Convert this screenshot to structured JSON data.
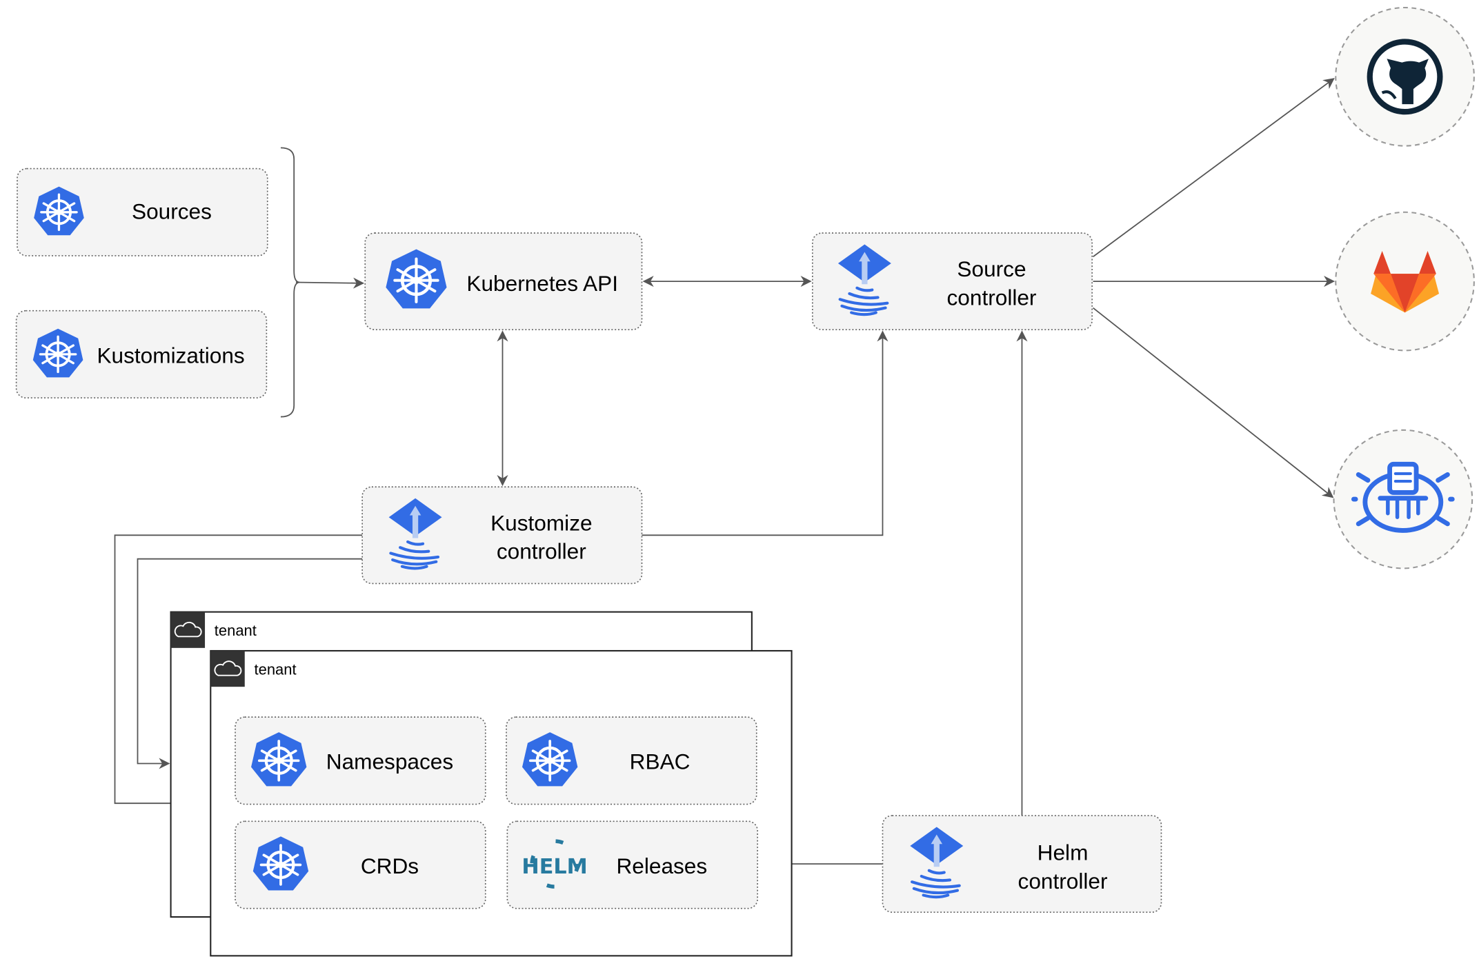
{
  "nodes": {
    "sources": "Sources",
    "kustomizations": "Kustomizations",
    "kubernetes_api": "Kubernetes API",
    "source_controller": [
      "Source",
      "controller"
    ],
    "kustomize_controller": [
      "Kustomize",
      "controller"
    ],
    "helm_controller": [
      "Helm",
      "controller"
    ],
    "namespaces": "Namespaces",
    "rbac": "RBAC",
    "crds": "CRDs",
    "releases": "Releases"
  },
  "tenants": [
    "tenant",
    "tenant"
  ],
  "helm_logo_text": "HELM",
  "external_icons": [
    "github-icon",
    "gitlab-icon",
    "bucket-icon"
  ],
  "colors": {
    "k8s_blue": "#326CE5",
    "gitlab_orange": "#E24329",
    "gitlab_yellow": "#FCA326",
    "github_dark": "#0F2537",
    "helm_blue": "#277A9F"
  }
}
